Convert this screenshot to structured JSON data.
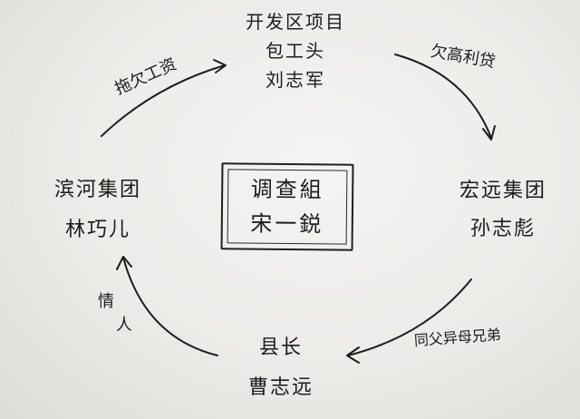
{
  "center": {
    "line1": "调查組",
    "line2": "宋一鋭"
  },
  "nodes": {
    "top": {
      "line1": "开发区项目",
      "line2": "包工头",
      "line3": "刘志军"
    },
    "right": {
      "line1": "宏远集团",
      "line2": "孙志彪"
    },
    "bottom": {
      "line1": "县长",
      "line2": "曹志远"
    },
    "left": {
      "line1": "滨河集团",
      "line2": "林巧儿"
    }
  },
  "relations": {
    "top_to_right": "欠高利贷",
    "right_to_bottom": "同父异母兄弟",
    "bottom_to_left_1": "情",
    "bottom_to_left_2": "人",
    "left_to_top": "拖欠工资"
  },
  "colors": {
    "ink": "#1c1c1c",
    "paper": "#f1f0ee"
  }
}
